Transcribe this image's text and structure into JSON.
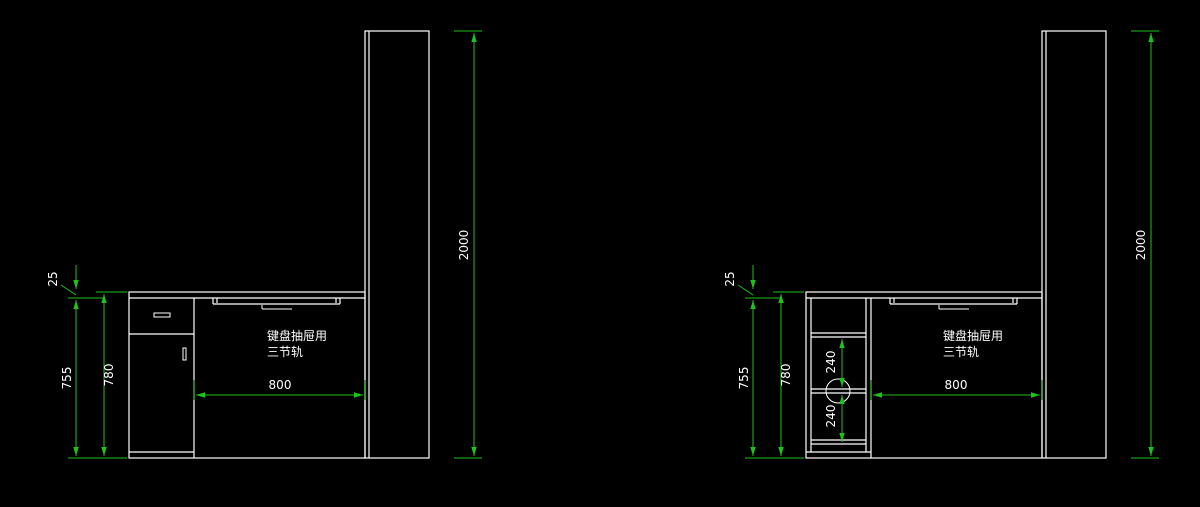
{
  "colors": {
    "background": "#000000",
    "outline": "#ffffff",
    "dimension": "#1fc11f"
  },
  "left": {
    "dims": {
      "d25": "25",
      "d755": "755",
      "d780": "780",
      "d800": "800",
      "d2000": "2000"
    },
    "note_line1": "键盘抽屉用",
    "note_line2": "三节轨"
  },
  "right": {
    "dims": {
      "d25": "25",
      "d755": "755",
      "d780": "780",
      "d800": "800",
      "d2000": "2000",
      "d240a": "240",
      "d240b": "240"
    },
    "note_line1": "键盘抽屉用",
    "note_line2": "三节轨"
  }
}
